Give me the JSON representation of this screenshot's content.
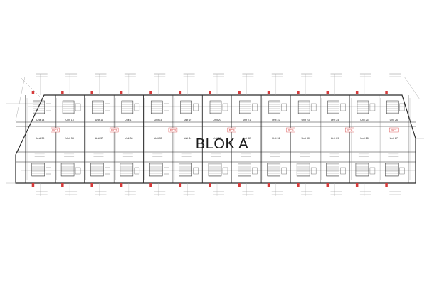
{
  "plan": {
    "title": "BLOK A",
    "colors": {
      "line": "#2b2b2b",
      "red": "#d63a3a",
      "faint": "#9a9a9a"
    },
    "top_units": [
      "Unit 14",
      "Unit 15",
      "Unit 16",
      "Unit 17",
      "Unit 18",
      "Unit 19",
      "Unit 20",
      "Unit 21",
      "Unit 22",
      "Unit 23",
      "Unit 24",
      "Unit 25",
      "Unit 26"
    ],
    "middle_units": [
      "Unit 39",
      "Unit 38",
      "Unit 37",
      "Unit 36",
      "Unit 35",
      "Unit 34",
      "Unit 33",
      "Unit 32",
      "Unit 31",
      "Unit 30",
      "Unit 29",
      "Unit 28",
      "Unit 27"
    ],
    "bc_labels": [
      "BC1",
      "BC2",
      "BC3",
      "BC4",
      "BC5",
      "BC6",
      "BC7"
    ]
  }
}
